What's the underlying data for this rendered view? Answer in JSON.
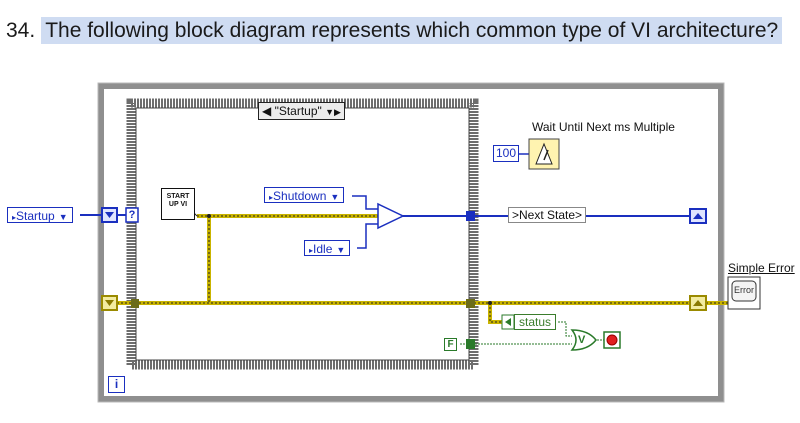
{
  "question": {
    "number": "34.",
    "text": "The following block diagram represents which common type of VI architecture?"
  },
  "diagram": {
    "initial_state_constant": "Startup",
    "case_selector_value": "\"Startup\"",
    "subvi_label": "START UP VI",
    "enum_shutdown": "Shutdown",
    "enum_idle": "Idle",
    "wait_label": "Wait Until Next ms Multiple",
    "wait_value": "100",
    "next_state_label": ">Next State>",
    "status_label": "status",
    "false_constant": "F",
    "simple_error_label": "Simple Error",
    "error_icon_text": "Error",
    "iteration_terminal": "i",
    "or_label": "V",
    "select_label": "?"
  },
  "colors": {
    "highlight": "#cfdcf2",
    "enum_wire": "#1a2fbf",
    "error_wire": "#c9b400",
    "boolean_wire": "#2a7a2a",
    "while_loop_frame": "#9a9a9a",
    "case_frame": "#7d7d7d",
    "stop_button": "#e02020"
  }
}
